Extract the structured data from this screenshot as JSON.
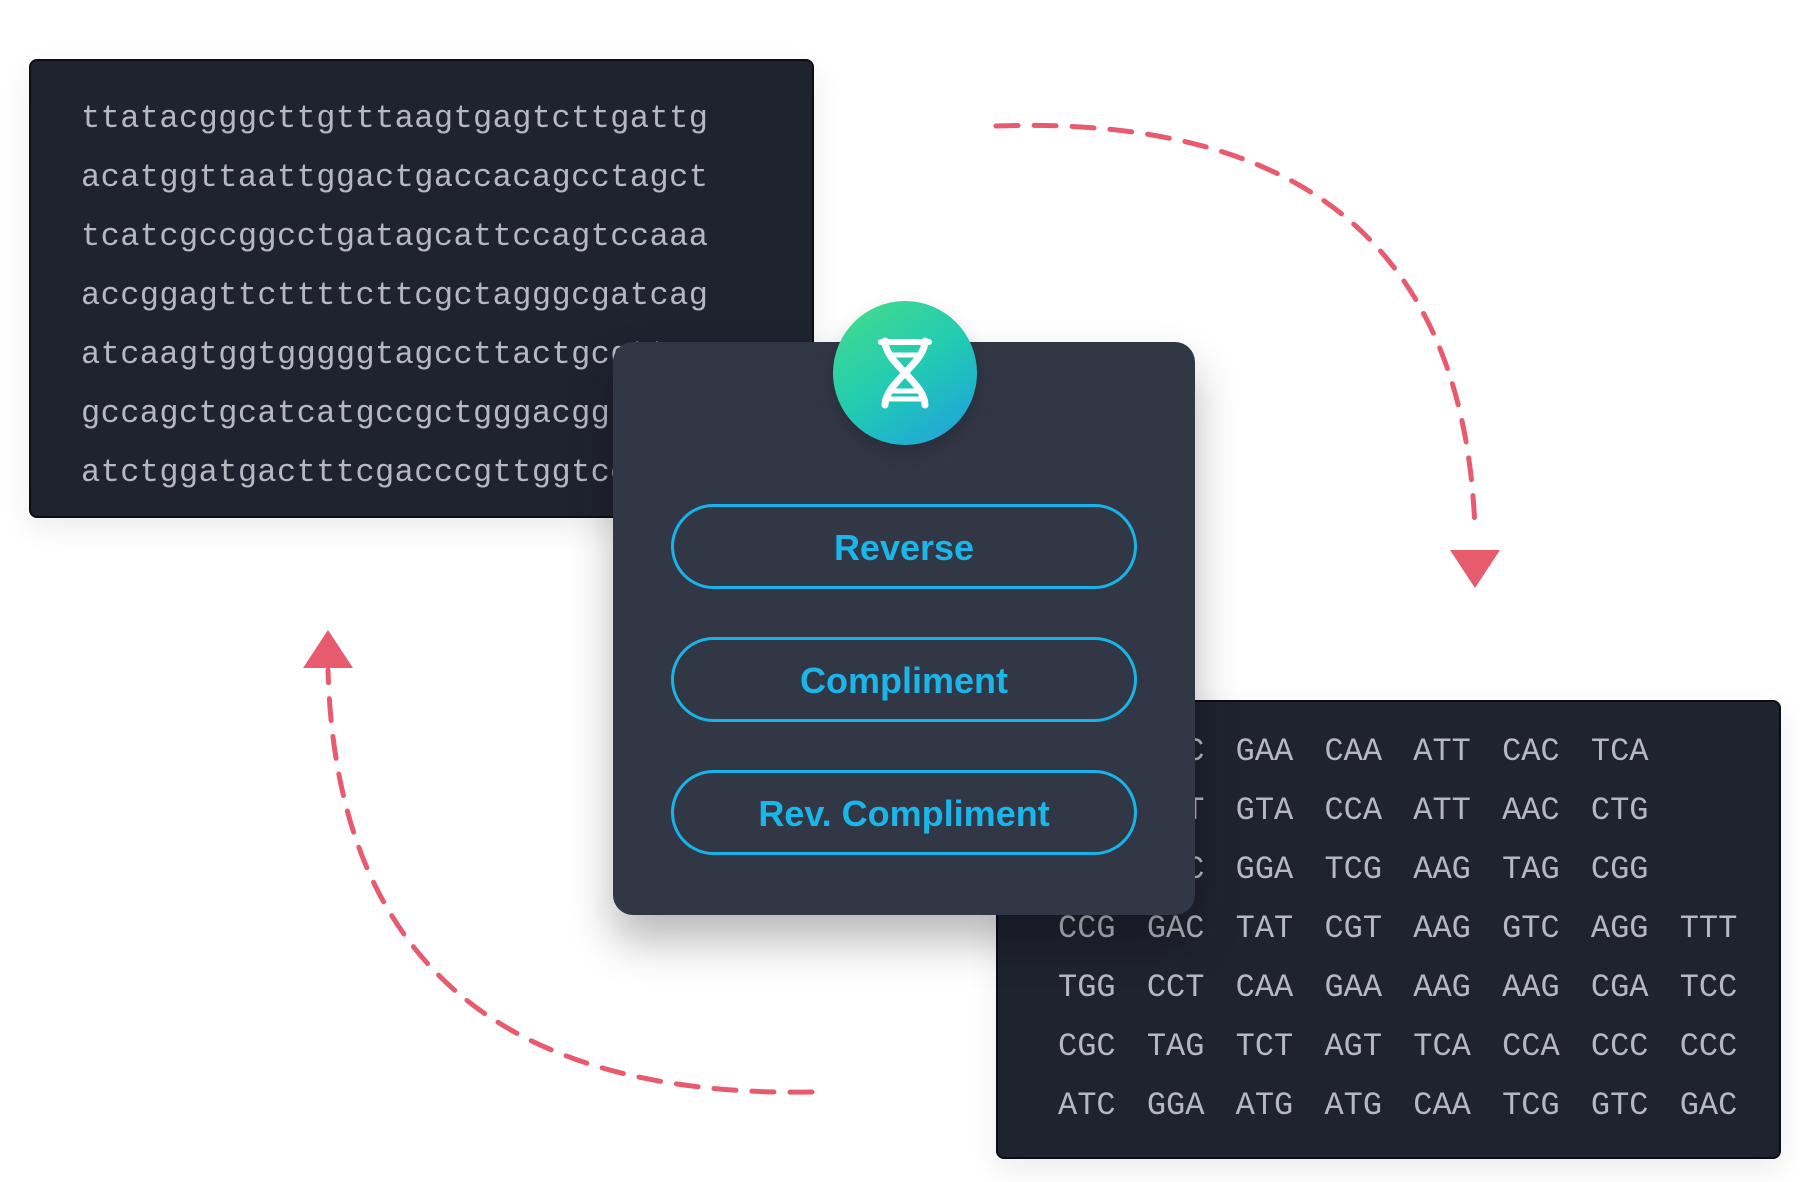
{
  "input_sequence": {
    "lines": [
      "ttatacgggcttgtttaagtgagtcttgattg",
      "acatggttaattggactgaccacagcctagct",
      "tcatcgccggcctgatagcattccagtccaaa",
      "accggagttcttttcttcgctagggcgatcag",
      "atcaagtggtgggggtagccttactgcgtta",
      "gccagctgcatcatgccgctgggacggttga",
      "atctggatgactttcgacccgttggtccact"
    ]
  },
  "output_sequence": {
    "lines": [
      "TTG CCC GAA CAA ATT CAC TCA",
      "TGA ACT GTA CCA ATT AAC CTG",
      "ACT GTC GGA TCG AAG TAG CGG",
      "CCG GAC TAT CGT AAG GTC AGG TTT",
      "TGG CCT CAA GAA AAG AAG CGA TCC",
      "CGC TAG TCT AGT TCA CCA CCC CCC",
      "ATC GGA ATG ATG CAA TCG GTC GAC"
    ]
  },
  "toolbox": {
    "icon": "dna-helix-icon",
    "buttons": {
      "reverse": "Reverse",
      "compliment": "Compliment",
      "rev_compliment": "Rev. Compliment"
    }
  },
  "colors": {
    "panel_bg": "#1f2330",
    "toolbox_bg": "#323746",
    "accent": "#1ab6ea",
    "arrow": "#e85a6e",
    "badge_gradient": [
      "#48dd8a",
      "#1f9ee2"
    ]
  }
}
